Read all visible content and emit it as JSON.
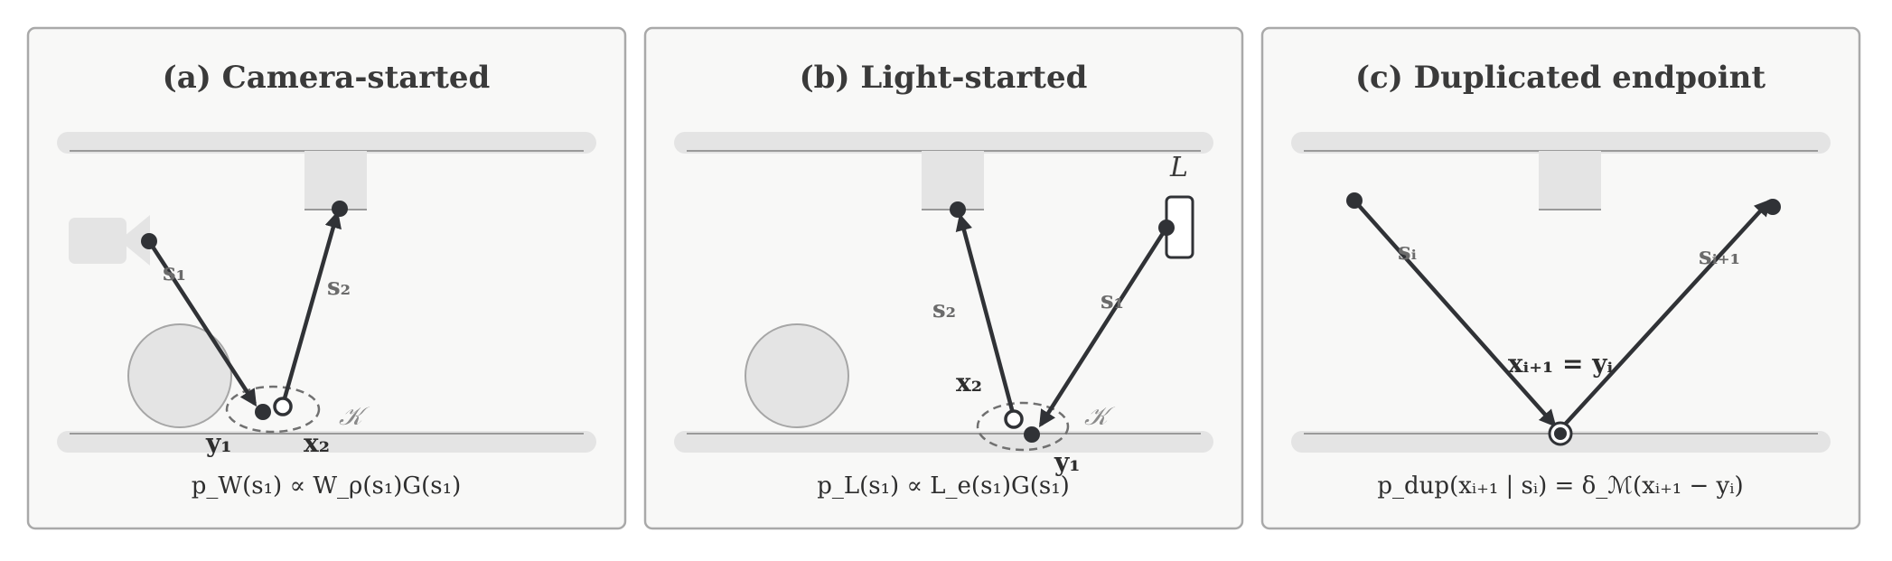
{
  "panels": [
    {
      "title": "(a) Camera-started",
      "labels": {
        "s1": "s₁",
        "s2": "s₂",
        "y1": "y₁",
        "x2": "x₂",
        "k": "𝒦"
      },
      "formula": "p_W(s₁) ∝ W_ρ(s₁)G(s₁)"
    },
    {
      "title": "(b) Light-started",
      "labels": {
        "L": "L",
        "s1": "s₁",
        "s2": "s₂",
        "x2": "x₂",
        "y1": "y₁",
        "k": "𝒦"
      },
      "formula": "p_L(s₁) ∝ L_e(s₁)G(s₁)"
    },
    {
      "title": "(c) Duplicated endpoint",
      "labels": {
        "si": "sᵢ",
        "si1": "sᵢ₊₁",
        "eq": "xᵢ₊₁ = yᵢ"
      },
      "formula": "p_dup(xᵢ₊₁ | sᵢ) = δ_ℳ(xᵢ₊₁ − yᵢ)"
    }
  ],
  "icons": {
    "camera": "camera-icon",
    "light": "area-light-icon",
    "sphere": "sphere-object",
    "kernel": "kernel-ellipse"
  }
}
